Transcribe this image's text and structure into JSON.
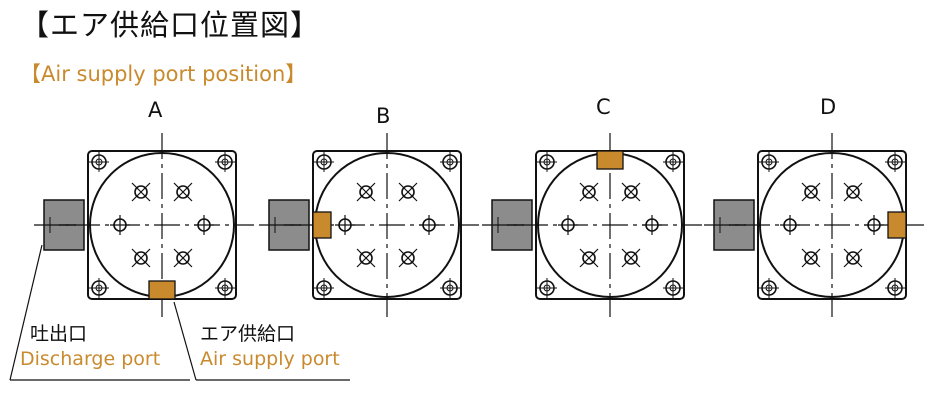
{
  "title": {
    "jp": "【エア供給口位置図】",
    "en": "【Air supply port position】"
  },
  "positions": [
    {
      "label": "A",
      "port_side": "bottom"
    },
    {
      "label": "B",
      "port_side": "left"
    },
    {
      "label": "C",
      "port_side": "top"
    },
    {
      "label": "D",
      "port_side": "right"
    }
  ],
  "callouts": {
    "discharge": {
      "jp": "吐出口",
      "en": "Discharge port"
    },
    "supply": {
      "jp": "エア供給口",
      "en": "Air supply port"
    }
  },
  "colors": {
    "port_fill": "#c98a2e",
    "discharge_fill": "#8c8c8c",
    "line": "#111111",
    "english_text": "#c98a2e"
  }
}
